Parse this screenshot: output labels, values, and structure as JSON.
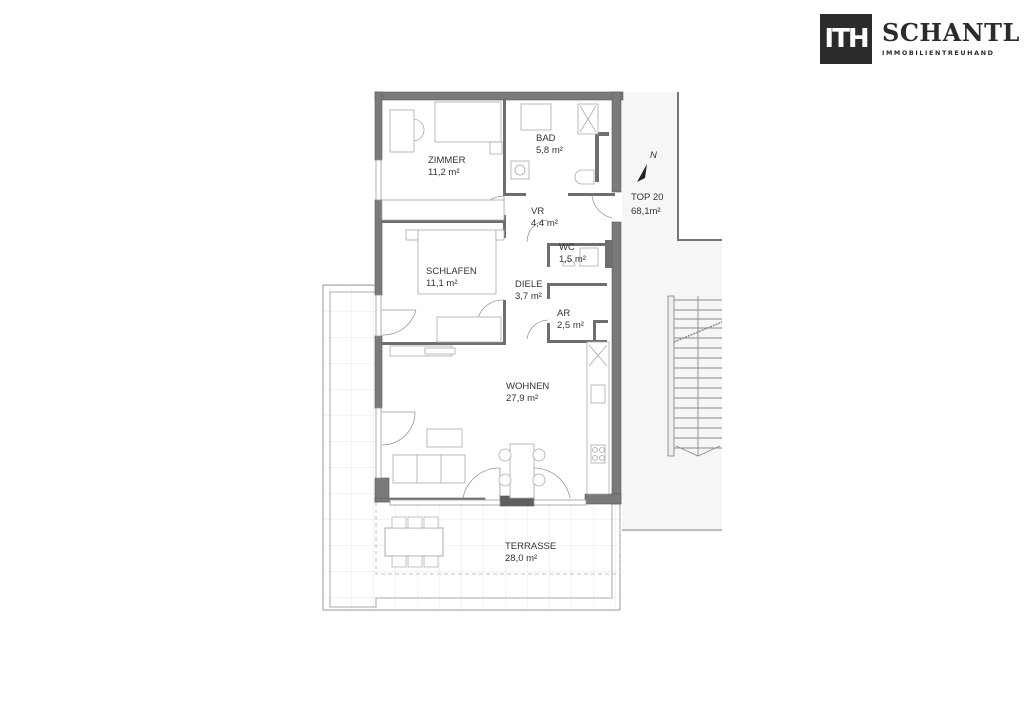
{
  "logo": {
    "mark": "ITH",
    "name": "SCHANTL",
    "subtitle": "IMMOBILIENTREUHAND"
  },
  "unit": {
    "name": "TOP 20",
    "area": "68,1m²"
  },
  "compass": {
    "label": "N"
  },
  "rooms": [
    {
      "name": "ZIMMER",
      "area": "11,2 m²"
    },
    {
      "name": "BAD",
      "area": "5,8 m²"
    },
    {
      "name": "VR",
      "area": "4,4 m²"
    },
    {
      "name": "WC",
      "area": "1,5 m²"
    },
    {
      "name": "SCHLAFEN",
      "area": "11,1 m²"
    },
    {
      "name": "DIELE",
      "area": "3,7 m²"
    },
    {
      "name": "AR",
      "area": "2,5 m²"
    },
    {
      "name": "WOHNEN",
      "area": "27,9 m²"
    },
    {
      "name": "TERRASSE",
      "area": "28,0 m²"
    }
  ],
  "colors": {
    "wall": "#7a7a7a",
    "wall_dark": "#5e5e5e",
    "line": "#9a9a9a",
    "light_line": "#d4d4d4",
    "corridor_bg": "#f5f5f5",
    "logo_bg": "#2b2b2b"
  }
}
